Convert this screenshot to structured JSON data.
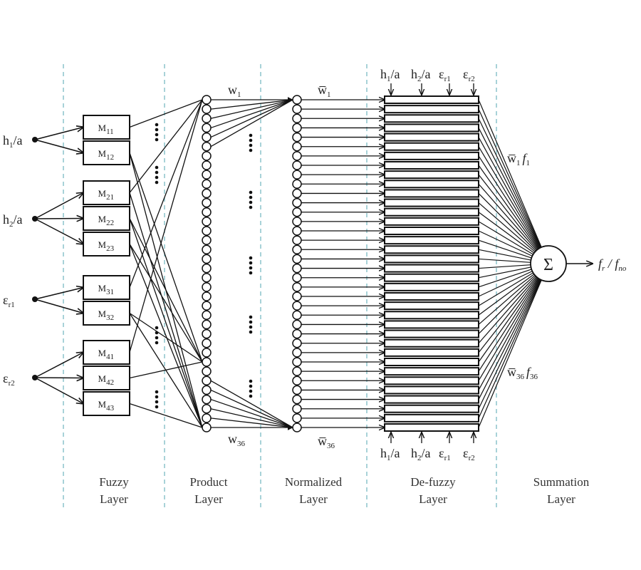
{
  "inputs": [
    {
      "base": "h",
      "sub": "1",
      "suffix": "/a"
    },
    {
      "base": "h",
      "sub": "2",
      "suffix": "/a"
    },
    {
      "base": "ε",
      "sub": "r1",
      "suffix": ""
    },
    {
      "base": "ε",
      "sub": "r2",
      "suffix": ""
    }
  ],
  "membership_functions": [
    {
      "base": "M",
      "sub": "11"
    },
    {
      "base": "M",
      "sub": "12"
    },
    {
      "base": "M",
      "sub": "21"
    },
    {
      "base": "M",
      "sub": "22"
    },
    {
      "base": "M",
      "sub": "23"
    },
    {
      "base": "M",
      "sub": "31"
    },
    {
      "base": "M",
      "sub": "32"
    },
    {
      "base": "M",
      "sub": "41"
    },
    {
      "base": "M",
      "sub": "42"
    },
    {
      "base": "M",
      "sub": "43"
    }
  ],
  "rule_count": 36,
  "weights": {
    "first": {
      "base": "w",
      "sub": "1"
    },
    "last": {
      "base": "w",
      "sub": "36"
    },
    "norm_first": {
      "base": "w̅",
      "sub": "1"
    },
    "norm_last": {
      "base": "w̅",
      "sub": "36"
    },
    "out_first": {
      "base": "w̅",
      "sub": "1",
      "f": "f",
      "fsub": "1"
    },
    "out_last": {
      "base": "w̅",
      "sub": "36",
      "f": "f",
      "fsub": "36"
    }
  },
  "defuzzy_inputs": [
    {
      "base": "h",
      "sub": "1",
      "suffix": "/a"
    },
    {
      "base": "h",
      "sub": "2",
      "suffix": "/a"
    },
    {
      "base": "ε",
      "sub": "r1",
      "suffix": ""
    },
    {
      "base": "ε",
      "sub": "r2",
      "suffix": ""
    }
  ],
  "summation_symbol": "Σ",
  "output": {
    "f1": "f",
    "sub1": "r",
    "sep": " / ",
    "f2": "f",
    "sub2": "no"
  },
  "layers": [
    {
      "line1": "Fuzzy",
      "line2": "Layer"
    },
    {
      "line1": "Product",
      "line2": "Layer"
    },
    {
      "line1": "Normalized",
      "line2": "Layer"
    },
    {
      "line1": "De-fuzzy",
      "line2": "Layer"
    },
    {
      "line1": "Summation",
      "line2": "Layer"
    }
  ],
  "colors": {
    "divider": "#6fb3bd",
    "ink": "#111111"
  }
}
